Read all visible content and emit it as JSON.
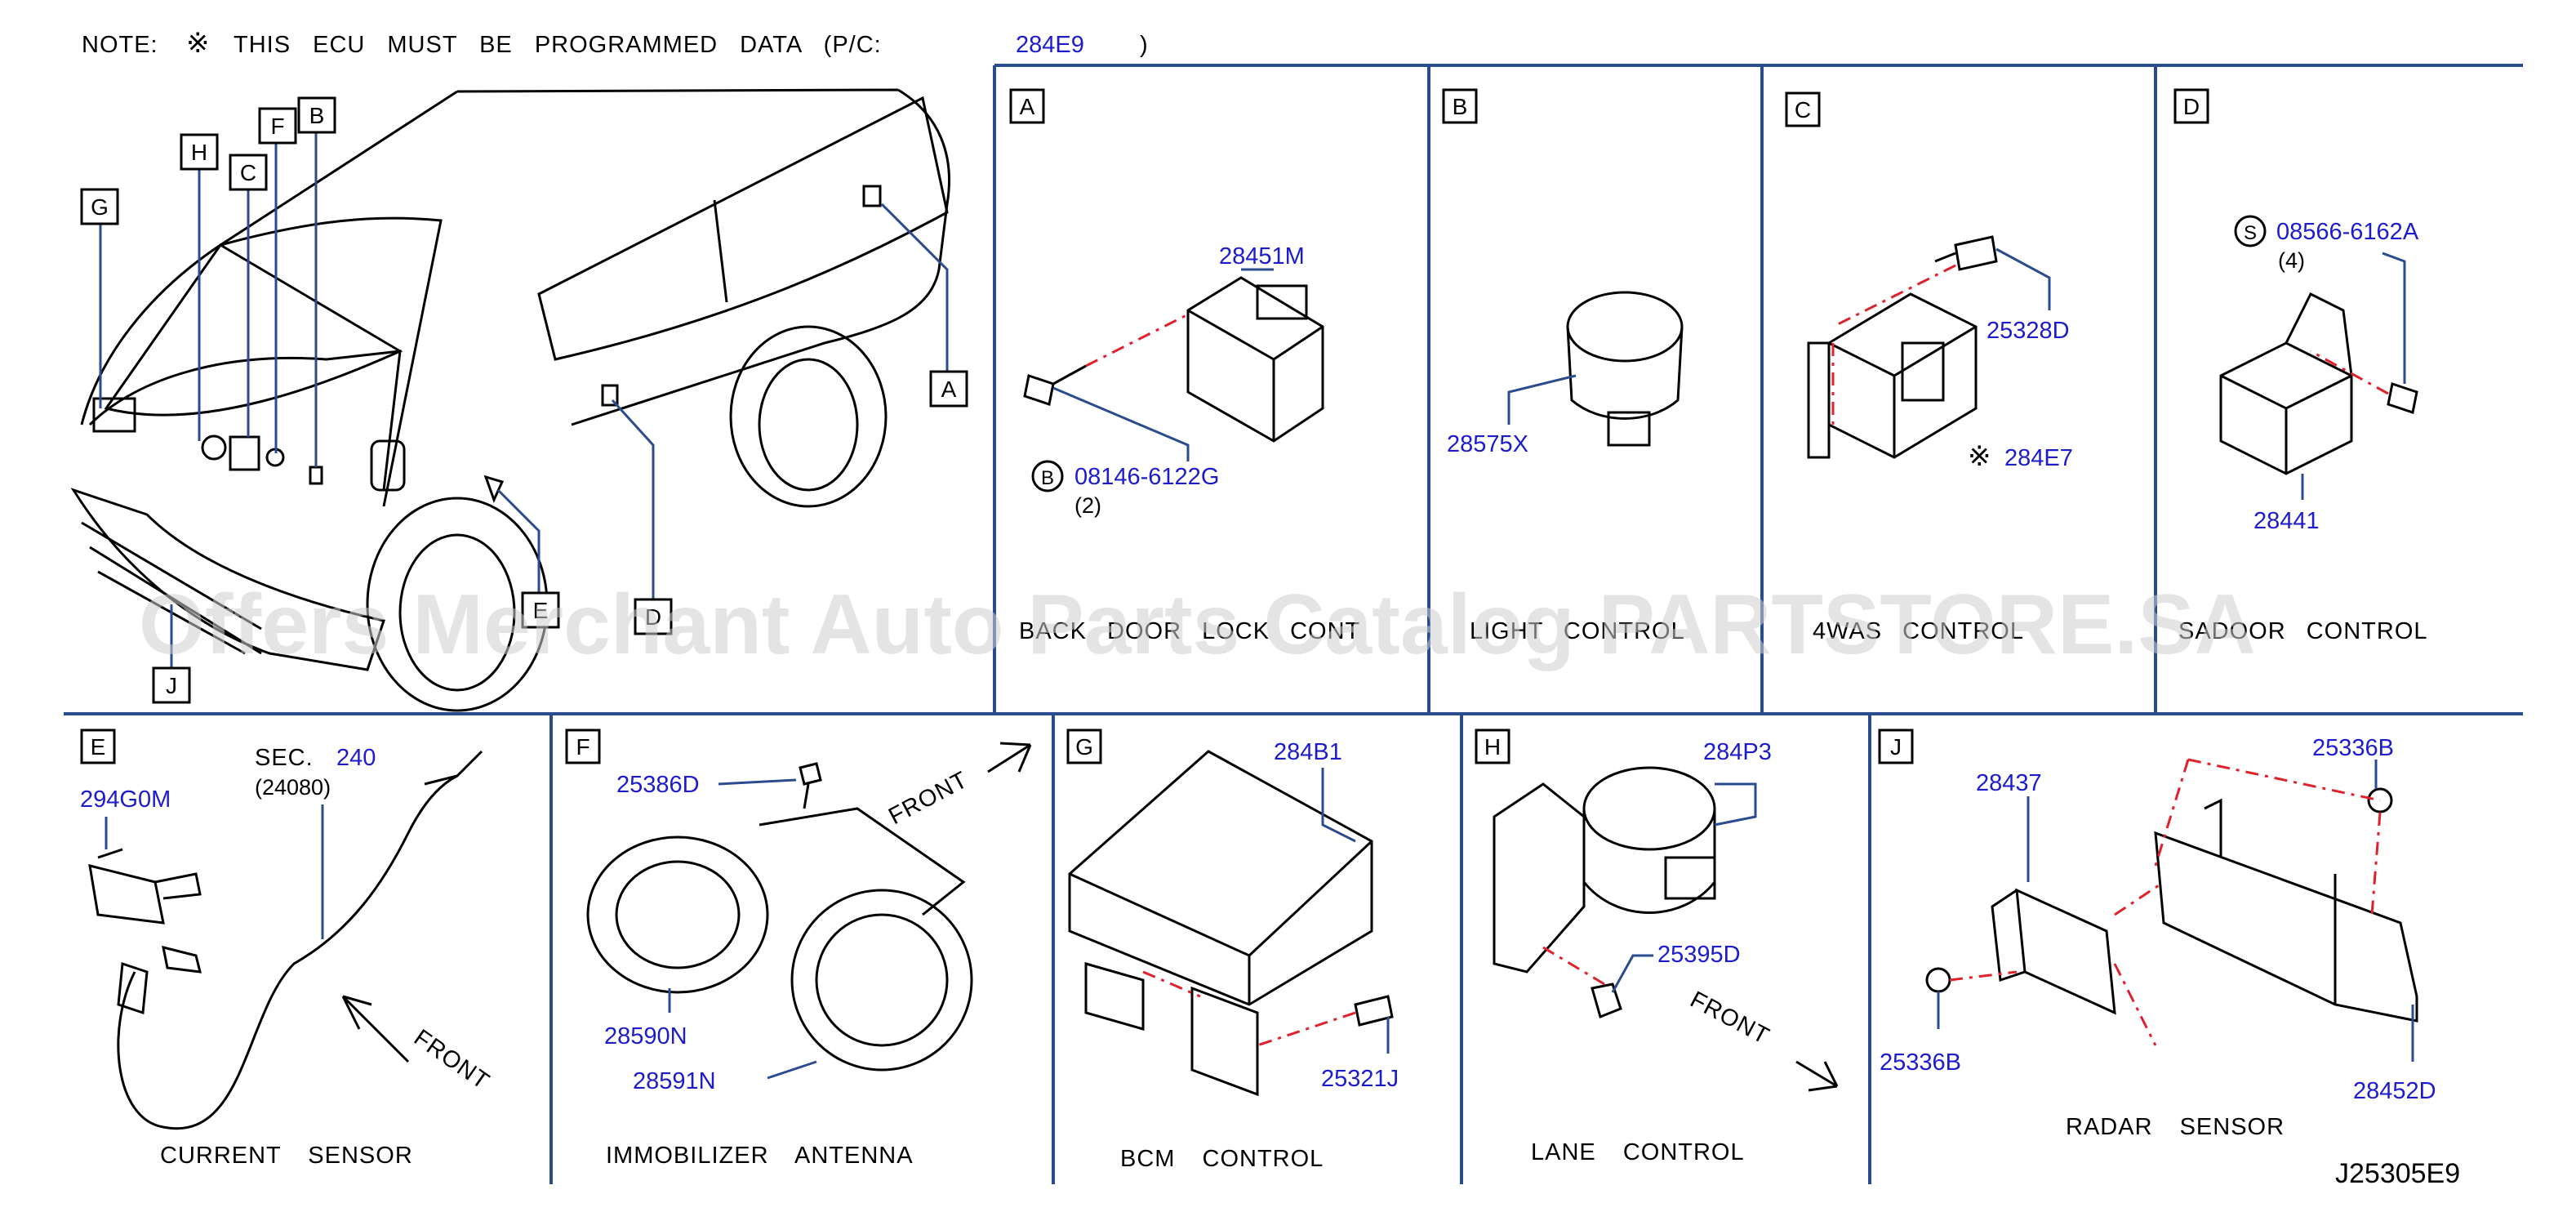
{
  "note": {
    "prefix": "NOTE:",
    "mark": "※",
    "text": "THIS ECU MUST BE PROGRAMMED DATA (P/C:",
    "code": "284E9",
    "close": ")"
  },
  "colors": {
    "part_number": "#1c1ccc",
    "border": "#2a4c8f",
    "callout_dash": "#e0202a"
  },
  "overview": {
    "callouts": [
      "A",
      "B",
      "C",
      "D",
      "E",
      "F",
      "G",
      "H",
      "J"
    ]
  },
  "panels": [
    {
      "id": "A",
      "caption": "BACK DOOR LOCK CONT",
      "parts": [
        {
          "number": "28451M"
        },
        {
          "number": "08146-6122G",
          "qty": "(2)",
          "badge": "B"
        }
      ]
    },
    {
      "id": "B",
      "caption": "LIGHT CONTROL",
      "parts": [
        {
          "number": "28575X"
        }
      ]
    },
    {
      "id": "C",
      "caption": "4WAS CONTROL",
      "parts": [
        {
          "number": "25328D"
        },
        {
          "number": "284E7",
          "mark": "※"
        }
      ]
    },
    {
      "id": "D",
      "caption": "SADOOR CONTROL",
      "parts": [
        {
          "number": "08566-6162A",
          "qty": "(4)",
          "badge": "S"
        },
        {
          "number": "28441"
        }
      ]
    },
    {
      "id": "E",
      "caption": "CURRENT SENSOR",
      "sec_label": "SEC.",
      "sec_number": "240",
      "sec_sub": "(24080)",
      "front": "FRONT",
      "parts": [
        {
          "number": "294G0M"
        }
      ]
    },
    {
      "id": "F",
      "caption": "IMMOBILIZER ANTENNA",
      "front": "FRONT",
      "parts": [
        {
          "number": "25386D"
        },
        {
          "number": "28590N"
        },
        {
          "number": "28591N"
        }
      ]
    },
    {
      "id": "G",
      "caption": "BCM CONTROL",
      "parts": [
        {
          "number": "284B1"
        },
        {
          "number": "25321J"
        }
      ]
    },
    {
      "id": "H",
      "caption": "LANE CONTROL",
      "front": "FRONT",
      "parts": [
        {
          "number": "284P3"
        },
        {
          "number": "25395D"
        }
      ]
    },
    {
      "id": "J",
      "caption": "RADAR SENSOR",
      "parts": [
        {
          "number": "25336B"
        },
        {
          "number": "28437"
        },
        {
          "number": "25336B"
        },
        {
          "number": "28452D"
        }
      ]
    }
  ],
  "watermark": "Offers Merchant Auto Parts Catalog PARTSTORE.SA",
  "figure_code": "J25305E9"
}
